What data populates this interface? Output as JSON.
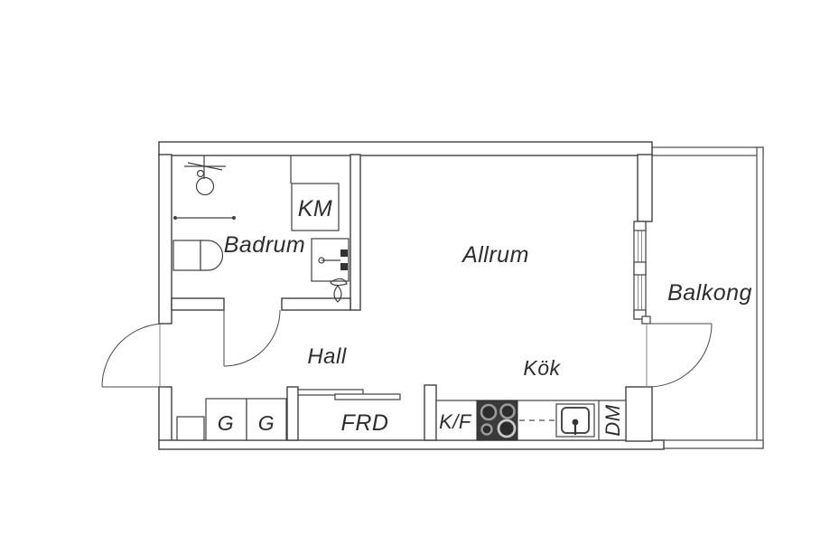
{
  "plan": {
    "type": "apartment-floor-plan",
    "rooms": {
      "badrum": "Badrum",
      "km": "KM",
      "allrum": "Allrum",
      "balkong": "Balkong",
      "hall": "Hall",
      "kok": "Kök",
      "g1": "G",
      "g2": "G",
      "frd": "FRD",
      "kf": "K/F",
      "dm": "DM"
    },
    "colors": {
      "line": "#404040",
      "text": "#2e2e2e",
      "wall_fill": "#ffffff",
      "stove_fill": "#3a3a3a",
      "background": "#ffffff"
    }
  }
}
